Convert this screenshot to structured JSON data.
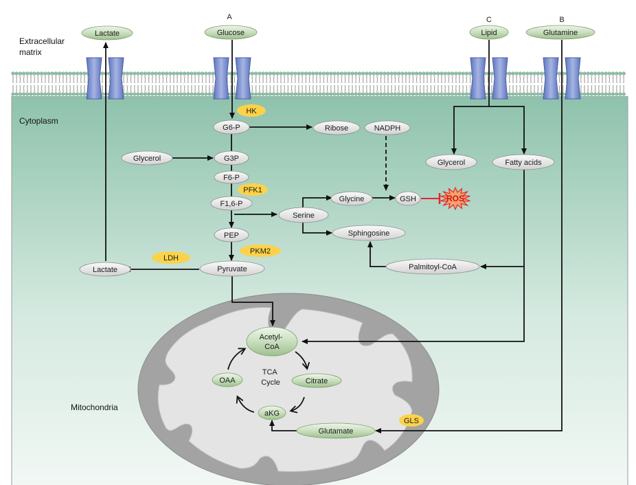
{
  "regions": {
    "extracellular": "Extracellular\nmatrix",
    "cytoplasm": "Cytoplasm",
    "mitochondria": "Mitochondria"
  },
  "pathway_letters": {
    "a": "A",
    "b": "B",
    "c": "C"
  },
  "membrane_nodes": {
    "lactate_out": "Lactate",
    "glucose": "Glucose",
    "lipid": "Lipid",
    "glutamine": "Glutamine"
  },
  "nodes": {
    "g6p": "G6-P",
    "g3p": "G3P",
    "f6p": "F6-P",
    "f16p": "F1,6-P",
    "pep": "PEP",
    "pyruvate": "Pyruvate",
    "lactate_in": "Lactate",
    "glycerol_left": "Glycerol",
    "ribose": "Ribose",
    "nadph": "NADPH",
    "serine": "Serine",
    "glycine": "Glycine",
    "gsh": "GSH",
    "sphingosine": "Sphingosine",
    "palmitoyl_coa": "Palmitoyl-CoA",
    "glycerol_right": "Glycerol",
    "fatty_acids": "Fatty acids"
  },
  "enzymes": {
    "hk": "HK",
    "pfk1": "PFK1",
    "pkm2": "PKM2",
    "ldh": "LDH",
    "gls": "GLS"
  },
  "ros": "ROS",
  "mito_nodes": {
    "acetyl_coa": "Acetyl-\nCoA",
    "citrate": "Citrate",
    "akg": "aKG",
    "oaa": "OAA",
    "glutamate": "Glutamate",
    "tca": "TCA\nCycle"
  },
  "colors": {
    "metabolite_fill": "#e3e3e3",
    "membrane_node_fill": "#bcd6b0",
    "enzyme_fill": "#fcd24a",
    "transporter": "#7b8fcc",
    "mito_outer": "#a3a3a3",
    "mito_inner": "#e4e4e4",
    "cytoplasm_top": "#8ec2ac",
    "ros_fill": "#f6a36b",
    "inhibit": "#e3282b"
  }
}
